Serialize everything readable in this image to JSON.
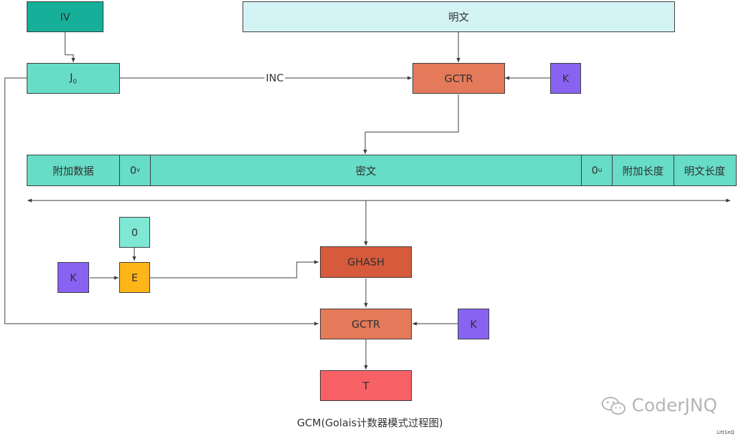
{
  "nodes": {
    "iv": "IV",
    "plaintext": "明文",
    "j0": "J",
    "j0_sub": "0",
    "gctr_top": "GCTR",
    "k_top": "K",
    "k_mid": "K",
    "zero": "0",
    "e": "E",
    "ghash": "GHASH",
    "gctr_bottom": "GCTR",
    "k_bottom": "K",
    "t": "T"
  },
  "edge_labels": {
    "inc": "INC"
  },
  "concat_bar": {
    "segments": [
      {
        "text": "附加数据"
      },
      {
        "text": "0",
        "sup": "v"
      },
      {
        "text": "密文"
      },
      {
        "text": "0",
        "sup": "u"
      },
      {
        "text": "附加长度"
      },
      {
        "text": "明文长度"
      }
    ]
  },
  "caption": "GCM(Golais计数器模式过程图)",
  "watermark": {
    "text": "CoderJNQ",
    "small": "Litt1eQ"
  },
  "colors": {
    "iv": "#16b09a",
    "j0": "#67dcc6",
    "plaintext": "#d4f3f5",
    "gctr": "#e47a5a",
    "ghash": "#d55b3c",
    "key": "#8863f2",
    "e": "#fdb519",
    "t": "#f76165"
  }
}
